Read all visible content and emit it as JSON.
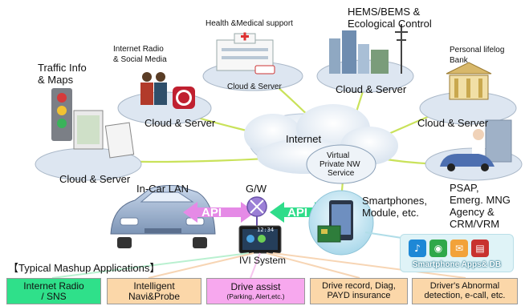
{
  "clouds": {
    "traffic": {
      "title_line1": "Traffic Info",
      "title_line2": "& Maps",
      "server_label": "Cloud & Server"
    },
    "radio": {
      "title_line1": "Internet Radio",
      "title_line2": "& Social Media",
      "server_label": "Cloud & Server"
    },
    "health": {
      "title": "Health &Medical support",
      "server_label": "Cloud & Server"
    },
    "hems": {
      "title_line1": "HEMS/BEMS &",
      "title_line2": "Ecological Control",
      "server_label": "Cloud & Server"
    },
    "lifelog": {
      "title_line1": "Personal lifelog",
      "title_line2": "Bank",
      "server_label": "Cloud & Server"
    },
    "internet": {
      "label": "Internet"
    },
    "vpn": {
      "line1": "Virtual",
      "line2": "Private NW",
      "line3": "Service"
    }
  },
  "psap": {
    "line1": "PSAP,",
    "line2": "Emerg. MNG",
    "line3": "Agency &",
    "line4": "CRM/VRM"
  },
  "car": {
    "lan_label": "In-Car LAN"
  },
  "gateway": {
    "label": "G/W"
  },
  "api_left": "API",
  "api_right": "API",
  "ivi": {
    "label": "IVI System",
    "clock": "12:34"
  },
  "smartphones": {
    "line1": "Smartphones,",
    "line2": "Module, etc."
  },
  "smartphone_apps": {
    "label": "Smartphone Apps& DB"
  },
  "mashup": {
    "heading": "【Typical Mashup Applications】",
    "items": [
      {
        "line1": "Internet Radio",
        "line2": "/ SNS",
        "color": "#2fe08a"
      },
      {
        "line1": "Intelligent",
        "line2": "Navi&Probe",
        "color": "#fbd7a9"
      },
      {
        "line1": "Drive assist",
        "sub": "(Parking, Alert,etc.)",
        "color": "#f7a8ee"
      },
      {
        "line1": "Drive record, Diag,",
        "line2": "PAYD insurance",
        "color": "#fbd7a9"
      },
      {
        "line1": "Driver's Abnormal",
        "line2": "detection, e-call, etc.",
        "color": "#fbd7a9"
      }
    ]
  },
  "colors": {
    "api_arrow": "#e58ae6",
    "api_arrow_right": "#2fdc8a",
    "link_line": "#c9e25a",
    "cloud": "#e9f0f8",
    "gateway": "#9b7fd6"
  }
}
